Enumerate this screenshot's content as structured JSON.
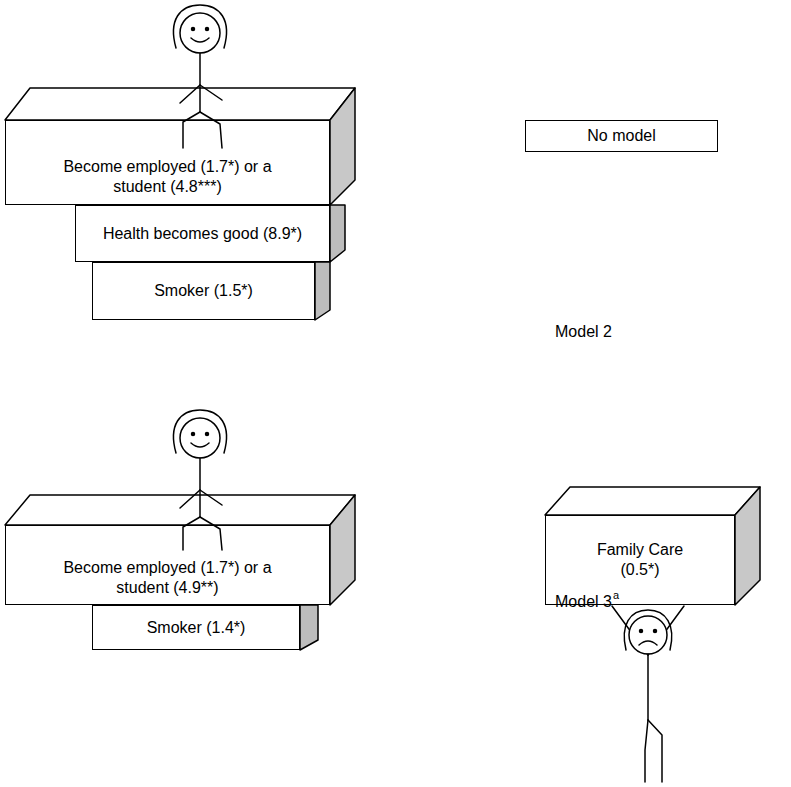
{
  "diagram": {
    "nodes": [
      {
        "text": [
          "Become employed (1.7*) or a student (4.8***)"
        ]
      },
      {
        "text": [
          "Health becomes good (8.9*)"
        ]
      },
      {
        "text": [
          "Smoker (1.5*)"
        ]
      },
      {
        "text": [
          "No model"
        ]
      },
      {
        "text": [
          "Become employed (1.7*) or a student (4.9**)"
        ]
      },
      {
        "text": [
          "Smoker (1.4*)"
        ]
      },
      {
        "text": [
          "Family Care (0.5*)"
        ]
      }
    ],
    "labels": [
      "Model 2",
      "Model 3",
      "a"
    ]
  }
}
